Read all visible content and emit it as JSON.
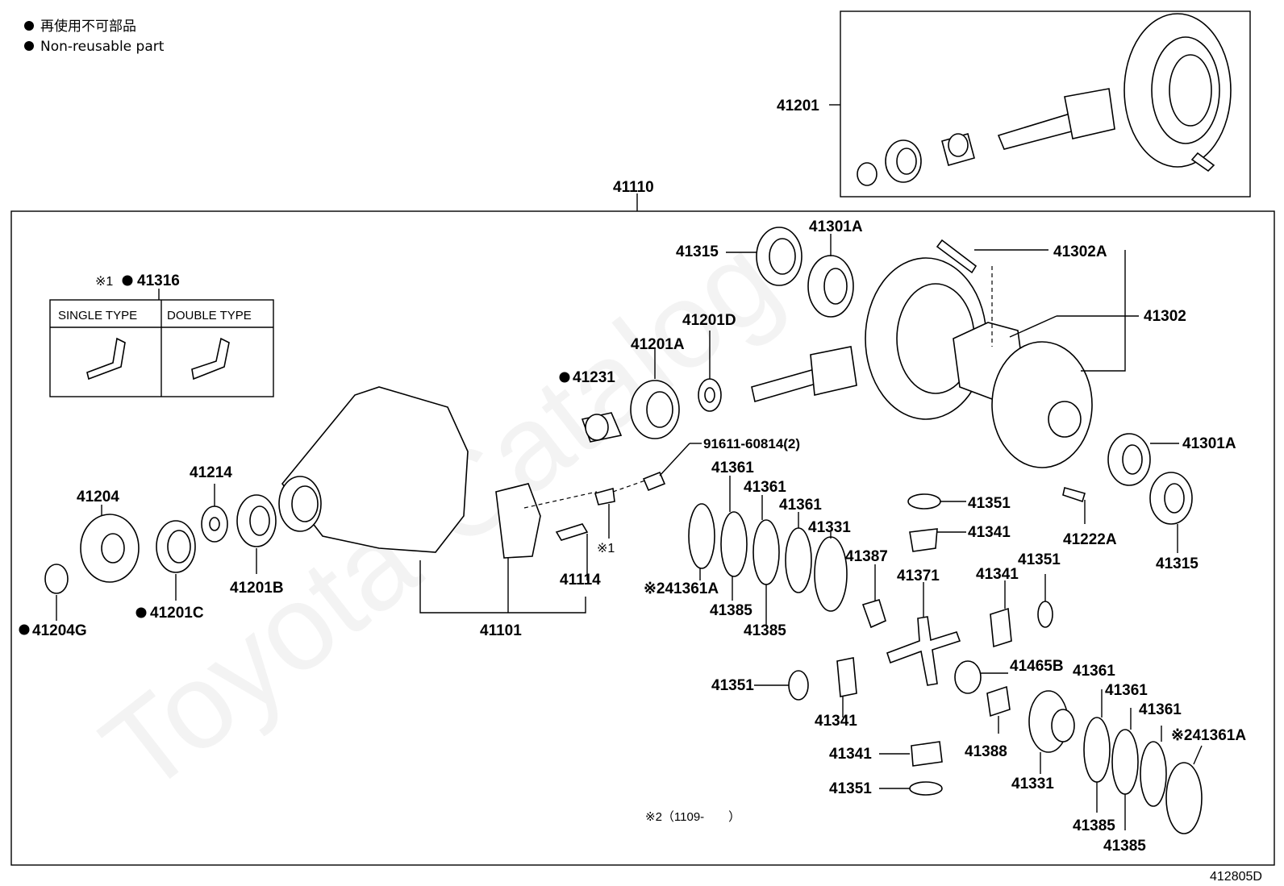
{
  "legend": {
    "bullet": "●",
    "line1": "再使用不可部品",
    "line2": "Non-reusable part"
  },
  "watermark": "Toyota-Catalog",
  "diagram_id": "412805D",
  "note_2": "※2（1109-　　）",
  "inset_table": {
    "mark": "※1",
    "part": "41316",
    "col1": "SINGLE TYPE",
    "col2": "DOUBLE TYPE"
  },
  "labels": {
    "l41201_top": "41201",
    "l41110": "41110",
    "l41315_a": "41315",
    "l41301A_a": "41301A",
    "l41302A": "41302A",
    "l41302": "41302",
    "l41201D": "41201D",
    "l41201A": "41201A",
    "l41231": "41231",
    "l91611": "91611-60814(2)",
    "l41301A_b": "41301A",
    "l41315_b": "41315",
    "l41222A": "41222A",
    "l41204": "41204",
    "l41214": "41214",
    "l41204G": "41204G",
    "l41201C": "41201C",
    "l41201B": "41201B",
    "l41114": "41114",
    "l41101": "41101",
    "lx1": "※1",
    "l41361_a": "41361",
    "l41361_b": "41361",
    "l41361_c": "41361",
    "l41331_a": "41331",
    "l41387": "41387",
    "l41361A_a": "※241361A",
    "l41385_a": "41385",
    "l41385_b": "41385",
    "l41371": "41371",
    "l41351_a": "41351",
    "l41341_a": "41341",
    "l41341_b": "41341",
    "l41351_b": "41351",
    "l41465B": "41465B",
    "l41351_c": "41351",
    "l41341_c": "41341",
    "l41388": "41388",
    "l41331_b": "41331",
    "l41341_d": "41341",
    "l41351_d": "41351",
    "l41361_d": "41361",
    "l41361_e": "41361",
    "l41361_f": "41361",
    "l41361A_b": "※241361A",
    "l41385_c": "41385",
    "l41385_d": "41385"
  }
}
